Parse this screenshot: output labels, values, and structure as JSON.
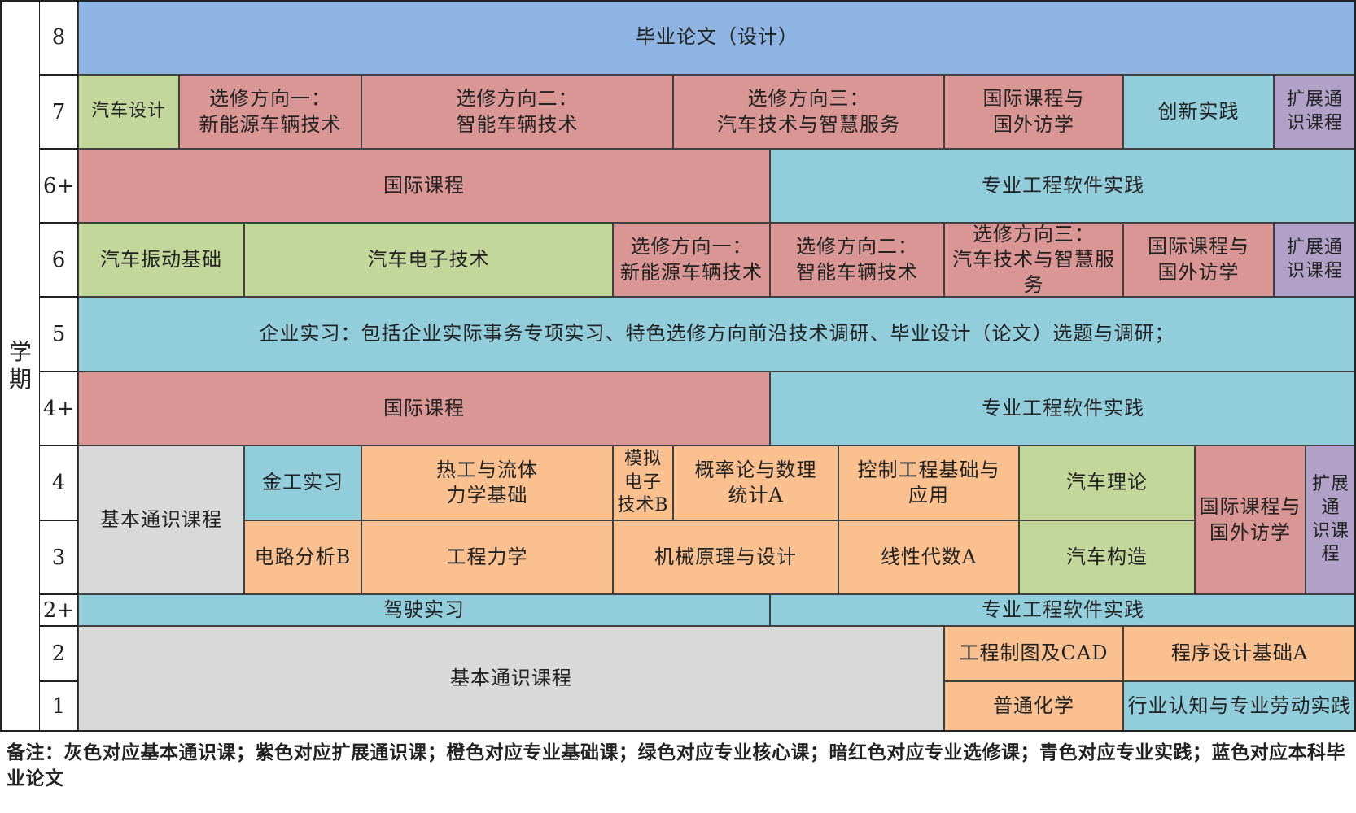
{
  "axis_label": "学\n期",
  "semesters": [
    {
      "id": "8",
      "label": "8"
    },
    {
      "id": "7",
      "label": "7"
    },
    {
      "id": "6p",
      "label": "6+"
    },
    {
      "id": "6",
      "label": "6"
    },
    {
      "id": "5",
      "label": "5"
    },
    {
      "id": "4p",
      "label": "4+"
    },
    {
      "id": "4",
      "label": "4"
    },
    {
      "id": "3",
      "label": "3"
    },
    {
      "id": "2p",
      "label": "2+"
    },
    {
      "id": "2",
      "label": "2"
    },
    {
      "id": "1",
      "label": "1"
    }
  ],
  "courses": [
    {
      "text": "毕业论文（设计）",
      "type": "blue",
      "from": "8",
      "to": "8",
      "c0": 0,
      "c1": 18
    },
    {
      "text": "汽车设计",
      "type": "green",
      "from": "7",
      "to": "7",
      "c0": 0,
      "c1": 1
    },
    {
      "text": "选修方向一：\n新能源车辆技术",
      "type": "red",
      "from": "7",
      "to": "7",
      "c0": 1,
      "c1": 3
    },
    {
      "text": "选修方向二：\n智能车辆技术",
      "type": "red",
      "from": "7",
      "to": "7",
      "c0": 3,
      "c1": 6
    },
    {
      "text": "选修方向三：\n汽车技术与智慧服务",
      "type": "red",
      "from": "7",
      "to": "7",
      "c0": 6,
      "c1": 9
    },
    {
      "text": "国际课程与\n国外访学",
      "type": "red",
      "from": "7",
      "to": "7",
      "c0": 9,
      "c1": 12
    },
    {
      "text": "创新实践",
      "type": "cyan",
      "from": "7",
      "to": "7",
      "c0": 12,
      "c1": 15
    },
    {
      "text": "扩展通识课程",
      "type": "purple",
      "from": "7",
      "to": "7",
      "c0": 15,
      "c1": 18
    },
    {
      "text": "国际课程",
      "type": "red",
      "from": "6p",
      "to": "6p",
      "c0": 0,
      "c1": 7
    },
    {
      "text": "专业工程软件实践",
      "type": "cyan",
      "from": "6p",
      "to": "6p",
      "c0": 7,
      "c1": 18
    },
    {
      "text": "汽车振动基础",
      "type": "green",
      "from": "6",
      "to": "6",
      "c0": 0,
      "c1": 2
    },
    {
      "text": "汽车电子技术",
      "type": "green",
      "from": "6",
      "to": "6",
      "c0": 2,
      "c1": 5
    },
    {
      "text": "选修方向一：\n新能源车辆技术",
      "type": "red",
      "from": "6",
      "to": "6",
      "c0": 5,
      "c1": 7
    },
    {
      "text": "选修方向二：\n智能车辆技术",
      "type": "red",
      "from": "6",
      "to": "6",
      "c0": 7,
      "c1": 9
    },
    {
      "text": "选修方向三：\n汽车技术与智慧服\n务",
      "type": "red",
      "from": "6",
      "to": "6",
      "c0": 9,
      "c1": 12
    },
    {
      "text": "国际课程与\n国外访学",
      "type": "red",
      "from": "6",
      "to": "6",
      "c0": 12,
      "c1": 15
    },
    {
      "text": "扩展通识课程",
      "type": "purple",
      "from": "6",
      "to": "6",
      "c0": 15,
      "c1": 18
    },
    {
      "text": "企业实习：包括企业实际事务专项实习、特色选修方向前沿技术调研、毕业设计（论文）选题与调研；",
      "type": "cyan",
      "from": "5",
      "to": "5",
      "c0": 0,
      "c1": 18
    },
    {
      "text": "国际课程",
      "type": "red",
      "from": "4p",
      "to": "4p",
      "c0": 0,
      "c1": 7
    },
    {
      "text": "专业工程软件实践",
      "type": "cyan",
      "from": "4p",
      "to": "4p",
      "c0": 7,
      "c1": 18
    },
    {
      "text": "基本通识课程",
      "type": "gray",
      "from": "4",
      "to": "3",
      "c0": 0,
      "c1": 2
    },
    {
      "text": "金工实习",
      "type": "cyan",
      "from": "4",
      "to": "4",
      "c0": 2,
      "c1": 3
    },
    {
      "text": "热工与流体\n力学基础",
      "type": "orange",
      "from": "4",
      "to": "4",
      "c0": 3,
      "c1": 5
    },
    {
      "text": "模拟电子\n技术B",
      "type": "orange",
      "from": "4",
      "to": "4",
      "c0": 5,
      "c1": 6
    },
    {
      "text": "概率论与数理\n统计A",
      "type": "orange",
      "from": "4",
      "to": "4",
      "c0": 6,
      "c1": 8
    },
    {
      "text": "控制工程基础与\n应用",
      "type": "orange",
      "from": "4",
      "to": "4",
      "c0": 8,
      "c1": 10
    },
    {
      "text": "汽车理论",
      "type": "green",
      "from": "4",
      "to": "4",
      "c0": 10,
      "c1": 13
    },
    {
      "text": "国际课程与\n国外访学",
      "type": "red",
      "from": "4",
      "to": "3",
      "c0": 13,
      "c1": 16
    },
    {
      "text": "扩展通\n识课程",
      "type": "purple",
      "from": "4",
      "to": "3",
      "c0": 16,
      "c1": 18
    },
    {
      "text": "电路分析B",
      "type": "orange",
      "from": "3",
      "to": "3",
      "c0": 2,
      "c1": 3
    },
    {
      "text": "工程力学",
      "type": "orange",
      "from": "3",
      "to": "3",
      "c0": 3,
      "c1": 5
    },
    {
      "text": "机械原理与设计",
      "type": "orange",
      "from": "3",
      "to": "3",
      "c0": 5,
      "c1": 8
    },
    {
      "text": "线性代数A",
      "type": "orange",
      "from": "3",
      "to": "3",
      "c0": 8,
      "c1": 10
    },
    {
      "text": "汽车构造",
      "type": "green",
      "from": "3",
      "to": "3",
      "c0": 10,
      "c1": 13
    },
    {
      "text": "驾驶实习",
      "type": "cyan",
      "from": "2p",
      "to": "2p",
      "c0": 0,
      "c1": 7
    },
    {
      "text": "专业工程软件实践",
      "type": "cyan",
      "from": "2p",
      "to": "2p",
      "c0": 7,
      "c1": 18
    },
    {
      "text": "基本通识课程",
      "type": "gray",
      "from": "2",
      "to": "1",
      "c0": 0,
      "c1": 9
    },
    {
      "text": "工程制图及CAD",
      "type": "orange",
      "from": "2",
      "to": "2",
      "c0": 9,
      "c1": 12
    },
    {
      "text": "程序设计基础A",
      "type": "orange",
      "from": "2",
      "to": "2",
      "c0": 12,
      "c1": 18
    },
    {
      "text": "普通化学",
      "type": "orange",
      "from": "1",
      "to": "1",
      "c0": 9,
      "c1": 12
    },
    {
      "text": "行业认知与专业劳动实践",
      "type": "cyan",
      "from": "1",
      "to": "1",
      "c0": 12,
      "c1": 18
    }
  ],
  "legend_note": "备注：灰色对应基本通识课；紫色对应扩展通识课；橙色对应专业基础课；绿色对应专业核心课；暗红色对应专业选修课；青色对应专业实践；蓝色对应本科毕业论文",
  "colors": {
    "gray": "#d9d9d9",
    "purple": "#b1a0c7",
    "orange": "#fac090",
    "green": "#c4d79b",
    "red": "#da9694",
    "cyan": "#92cddc",
    "blue": "#8db4e2"
  }
}
